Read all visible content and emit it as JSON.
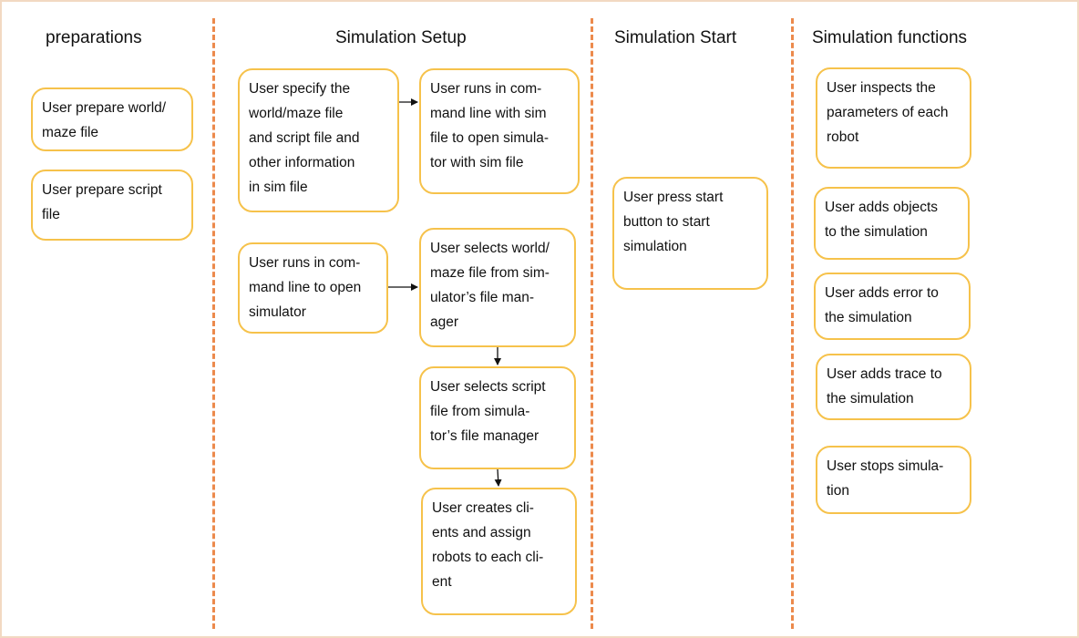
{
  "lanes": [
    {
      "title": "preparations"
    },
    {
      "title": "Simulation Setup"
    },
    {
      "title": "Simulation Start"
    },
    {
      "title": "Simulation functions"
    }
  ],
  "boxes": {
    "prep_world": "User prepare world/\nmaze file",
    "prep_script": "User prepare script\nfile",
    "specify_sim": "User specify the\nworld/maze file\nand script file and\nother information\nin sim file",
    "run_sim_file": "User runs in com-\nmand line with sim\nfile to open simula-\ntor with sim file",
    "run_open": "User runs in com-\nmand line to open\nsimulator",
    "select_world": "User selects world/\nmaze file from sim-\nulator’s file man-\nager",
    "select_script": "User selects script\nfile from simula-\ntor’s file manager",
    "create_clients": "User creates cli-\nents and assign\nrobots to each cli-\nent",
    "press_start": "User press start\nbutton to start\nsimulation",
    "inspect_params": "User inspects the\nparameters of each\nrobot",
    "add_objects": "User adds objects\nto the simulation",
    "add_error": "User adds error to\nthe simulation",
    "add_trace": "User adds trace to\nthe simulation",
    "stop_sim": "User stops simula-\ntion"
  },
  "colors": {
    "box_border": "#f6c24b",
    "divider": "#ec8a4c",
    "frame_border": "#f2d9c2",
    "arrow": "#111111"
  }
}
